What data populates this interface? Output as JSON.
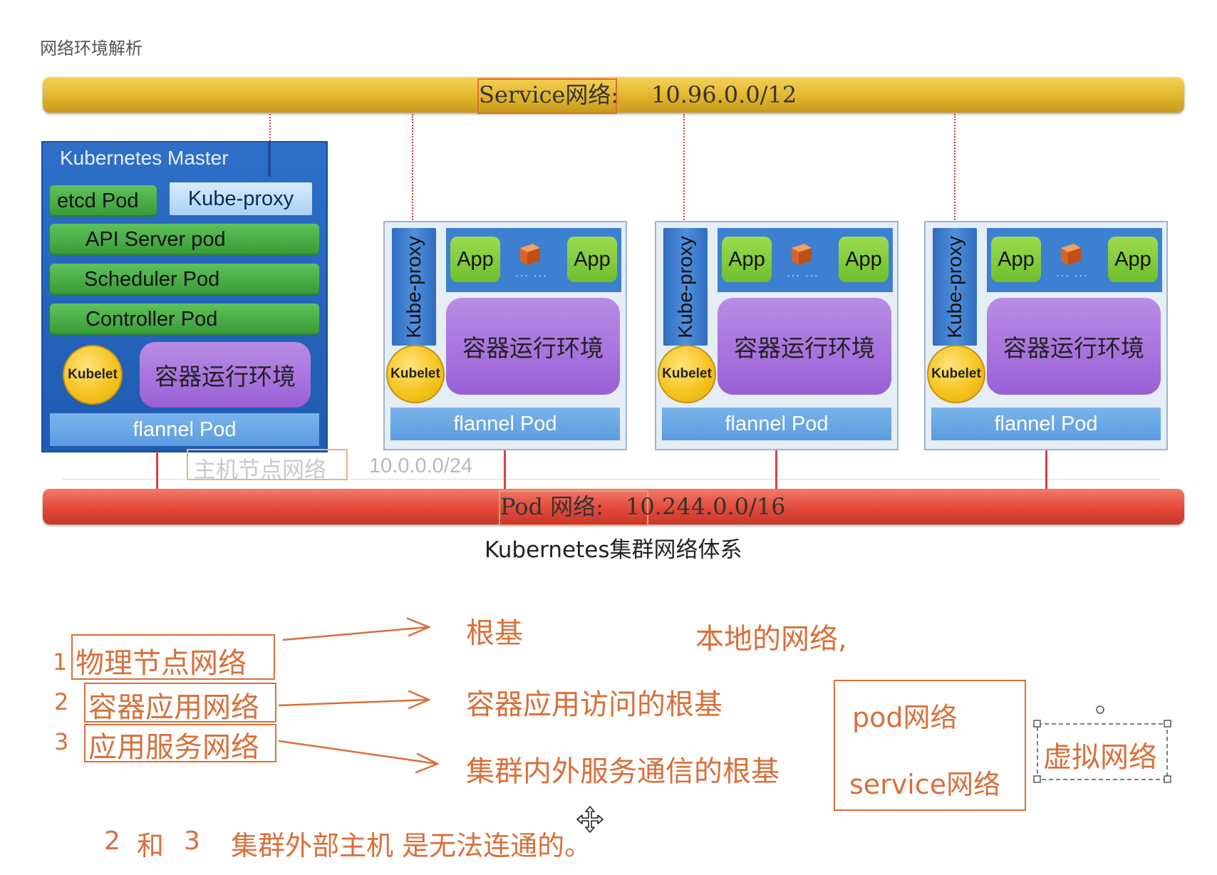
{
  "page_title": "网络环境解析",
  "service_bar": {
    "label": "Service网络:",
    "cidr": "10.96.0.0/12"
  },
  "pod_bar": {
    "label": "Pod 网络:",
    "cidr": "10.244.0.0/16"
  },
  "host_network": {
    "label": "主机节点网络",
    "cidr": "10.0.0.0/24"
  },
  "master": {
    "title": "Kubernetes Master",
    "etcd": "etcd Pod",
    "kube_proxy": "Kube-proxy",
    "api_server": "API Server pod",
    "scheduler": "Scheduler Pod",
    "controller": "Controller Pod",
    "kubelet": "Kubelet",
    "runtime": "容器运行环境",
    "flannel": "flannel Pod"
  },
  "worker_nodes": [
    {
      "kube_proxy": "Kube-proxy",
      "app_left": "App",
      "app_right": "App",
      "ellipsis": "... ...",
      "runtime": "容器运行环境",
      "kubelet": "Kubelet",
      "flannel": "flannel Pod"
    },
    {
      "kube_proxy": "Kube-proxy",
      "app_left": "App",
      "app_right": "App",
      "ellipsis": "... ...",
      "runtime": "容器运行环境",
      "kubelet": "Kubelet",
      "flannel": "flannel Pod"
    },
    {
      "kube_proxy": "Kube-proxy",
      "app_left": "App",
      "app_right": "App",
      "ellipsis": "... ...",
      "runtime": "容器运行环境",
      "kubelet": "Kubelet",
      "flannel": "flannel Pod"
    }
  ],
  "caption": "Kubernetes集群网络体系",
  "notes": {
    "items": [
      {
        "num": "1",
        "label": "物理节点网络",
        "desc": "根基"
      },
      {
        "num": "2",
        "label": "容器应用网络",
        "desc": "容器应用访问的根基"
      },
      {
        "num": "3",
        "label": "应用服务网络",
        "desc": "集群内外服务通信的根基"
      }
    ],
    "local_network": "本地的网络,",
    "virtual_box": {
      "line1": "pod网络",
      "line2": "service网络"
    },
    "virtual_label": "虚拟网络",
    "conclusion_parts": {
      "a": "2",
      "and": "和",
      "b": "3",
      "text": "集群外部主机 是无法连通的。"
    }
  },
  "colors": {
    "service_bar": "#e2b52d",
    "pod_bar": "#e24a3a",
    "master_bg": "#1e5bb0",
    "annotation": "#d8703a"
  },
  "icons": [
    "cube-icon",
    "move-cursor-icon"
  ]
}
